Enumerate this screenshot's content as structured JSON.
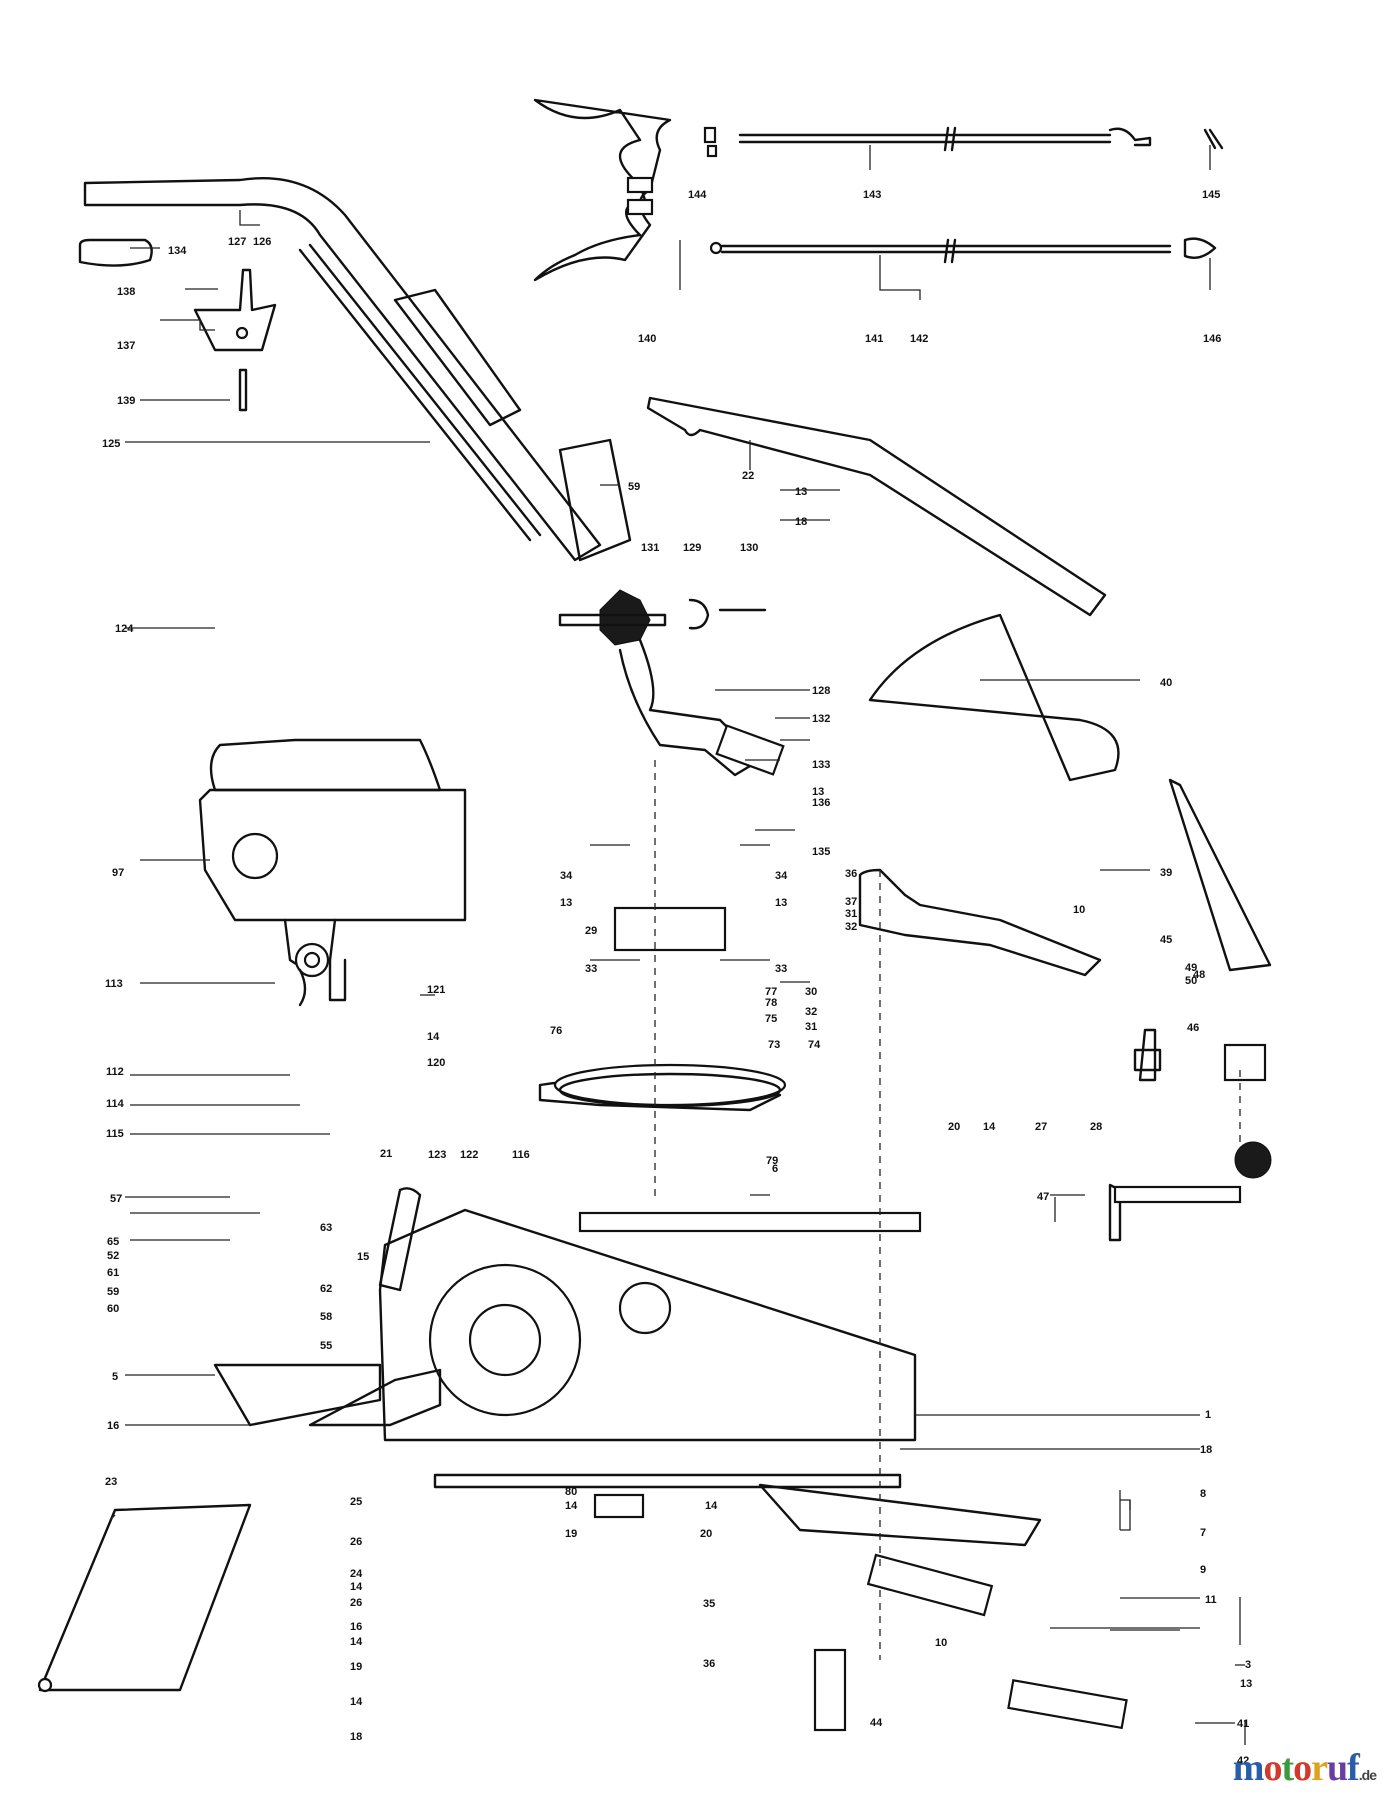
{
  "watermark": {
    "text": "motoruf",
    "tld": ".de"
  },
  "callouts": [
    {
      "id": "c143",
      "text": "143"
    },
    {
      "id": "c144",
      "text": "144"
    },
    {
      "id": "c145",
      "text": "145"
    },
    {
      "id": "c140",
      "text": "140"
    },
    {
      "id": "c141",
      "text": "141"
    },
    {
      "id": "c142",
      "text": "142"
    },
    {
      "id": "c146",
      "text": "146"
    },
    {
      "id": "c127",
      "text": "127"
    },
    {
      "id": "c126",
      "text": "126"
    },
    {
      "id": "c134",
      "text": "134"
    },
    {
      "id": "c138",
      "text": "138"
    },
    {
      "id": "c137",
      "text": "137"
    },
    {
      "id": "c139",
      "text": "139"
    },
    {
      "id": "c125",
      "text": "125"
    },
    {
      "id": "c59",
      "text": "59"
    },
    {
      "id": "c22",
      "text": "22"
    },
    {
      "id": "c13a",
      "text": "13"
    },
    {
      "id": "c18a",
      "text": "18"
    },
    {
      "id": "c131",
      "text": "131"
    },
    {
      "id": "c129",
      "text": "129"
    },
    {
      "id": "c130",
      "text": "130"
    },
    {
      "id": "c124",
      "text": "124"
    },
    {
      "id": "c128",
      "text": "128"
    },
    {
      "id": "c40",
      "text": "40"
    },
    {
      "id": "c132",
      "text": "132"
    },
    {
      "id": "c133",
      "text": "133"
    },
    {
      "id": "c13b",
      "text": "13"
    },
    {
      "id": "c136",
      "text": "136"
    },
    {
      "id": "c135",
      "text": "135"
    },
    {
      "id": "c97",
      "text": "97"
    },
    {
      "id": "c39",
      "text": "39"
    },
    {
      "id": "c34a",
      "text": "34"
    },
    {
      "id": "c13c",
      "text": "13"
    },
    {
      "id": "c34b",
      "text": "34"
    },
    {
      "id": "c13d",
      "text": "13"
    },
    {
      "id": "c36",
      "text": "36"
    },
    {
      "id": "c37",
      "text": "37"
    },
    {
      "id": "c31a",
      "text": "31"
    },
    {
      "id": "c32a",
      "text": "32"
    },
    {
      "id": "c29",
      "text": "29"
    },
    {
      "id": "c33a",
      "text": "33"
    },
    {
      "id": "c33b",
      "text": "33"
    },
    {
      "id": "c10a",
      "text": "10"
    },
    {
      "id": "c48",
      "text": "48"
    },
    {
      "id": "c49",
      "text": "49"
    },
    {
      "id": "c50",
      "text": "50"
    },
    {
      "id": "c45",
      "text": "45"
    },
    {
      "id": "c113",
      "text": "113"
    },
    {
      "id": "c121",
      "text": "121"
    },
    {
      "id": "c77",
      "text": "77"
    },
    {
      "id": "c78a",
      "text": "78"
    },
    {
      "id": "c75",
      "text": "75"
    },
    {
      "id": "c76",
      "text": "76"
    },
    {
      "id": "c30",
      "text": "30"
    },
    {
      "id": "c32b",
      "text": "32"
    },
    {
      "id": "c31b",
      "text": "31"
    },
    {
      "id": "c14a",
      "text": "14"
    },
    {
      "id": "c46",
      "text": "46"
    },
    {
      "id": "c73",
      "text": "73"
    },
    {
      "id": "c74",
      "text": "74"
    },
    {
      "id": "c120",
      "text": "120"
    },
    {
      "id": "c112",
      "text": "112"
    },
    {
      "id": "c114",
      "text": "114"
    },
    {
      "id": "c115",
      "text": "115"
    },
    {
      "id": "c21",
      "text": "21"
    },
    {
      "id": "c123",
      "text": "123"
    },
    {
      "id": "c122",
      "text": "122"
    },
    {
      "id": "c116",
      "text": "116"
    },
    {
      "id": "c20a",
      "text": "20"
    },
    {
      "id": "c14b",
      "text": "14"
    },
    {
      "id": "c27",
      "text": "27"
    },
    {
      "id": "c28",
      "text": "28"
    },
    {
      "id": "c79",
      "text": "79"
    },
    {
      "id": "c6",
      "text": "6"
    },
    {
      "id": "c47",
      "text": "47"
    },
    {
      "id": "c57",
      "text": "57"
    },
    {
      "id": "c63",
      "text": "63"
    },
    {
      "id": "c65",
      "text": "65"
    },
    {
      "id": "c52",
      "text": "52"
    },
    {
      "id": "c61",
      "text": "61"
    },
    {
      "id": "c15",
      "text": "15"
    },
    {
      "id": "c59b",
      "text": "59"
    },
    {
      "id": "c62",
      "text": "62"
    },
    {
      "id": "c60",
      "text": "60"
    },
    {
      "id": "c58",
      "text": "58"
    },
    {
      "id": "c55",
      "text": "55"
    },
    {
      "id": "c5",
      "text": "5"
    },
    {
      "id": "c16a",
      "text": "16"
    },
    {
      "id": "c1",
      "text": "1"
    },
    {
      "id": "c18b",
      "text": "18"
    },
    {
      "id": "c23",
      "text": "23"
    },
    {
      "id": "c25",
      "text": "25"
    },
    {
      "id": "c80",
      "text": "80"
    },
    {
      "id": "c8",
      "text": "8"
    },
    {
      "id": "c14c",
      "text": "14"
    },
    {
      "id": "c19a",
      "text": "19"
    },
    {
      "id": "c14d",
      "text": "14"
    },
    {
      "id": "c20b",
      "text": "20"
    },
    {
      "id": "c7",
      "text": "7"
    },
    {
      "id": "c26a",
      "text": "26"
    },
    {
      "id": "c24",
      "text": "24"
    },
    {
      "id": "c14e",
      "text": "14"
    },
    {
      "id": "c26b",
      "text": "26"
    },
    {
      "id": "c9",
      "text": "9"
    },
    {
      "id": "c16b",
      "text": "16"
    },
    {
      "id": "c35",
      "text": "35"
    },
    {
      "id": "c11",
      "text": "11"
    },
    {
      "id": "c14f",
      "text": "14"
    },
    {
      "id": "c10b",
      "text": "10"
    },
    {
      "id": "c19b",
      "text": "19"
    },
    {
      "id": "c36b",
      "text": "36"
    },
    {
      "id": "c3",
      "text": "3"
    },
    {
      "id": "c13e",
      "text": "13"
    },
    {
      "id": "c14g",
      "text": "14"
    },
    {
      "id": "c44",
      "text": "44"
    },
    {
      "id": "c41",
      "text": "41"
    },
    {
      "id": "c18c",
      "text": "18"
    },
    {
      "id": "c42",
      "text": "42"
    }
  ]
}
